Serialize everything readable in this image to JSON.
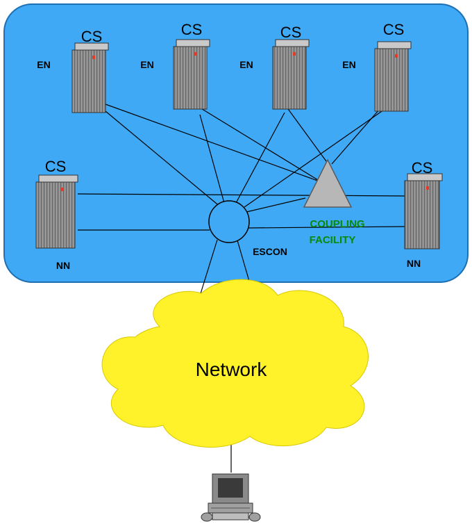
{
  "sysplex": {
    "background_color": "#3fa9f5",
    "top_systems": [
      {
        "cs_label": "CS",
        "node_label": "EN"
      },
      {
        "cs_label": "CS",
        "node_label": "EN"
      },
      {
        "cs_label": "CS",
        "node_label": "EN"
      },
      {
        "cs_label": "CS",
        "node_label": "EN"
      }
    ],
    "left_system": {
      "cs_label": "CS",
      "node_label": "NN"
    },
    "right_system": {
      "cs_label": "CS",
      "node_label": "NN"
    },
    "escon_label": "ESCON",
    "coupling_facility": {
      "line1": "COUPLING",
      "line2": "FACILITY",
      "color": "#0a8a0a"
    }
  },
  "network": {
    "label": "Network",
    "cloud_color": "#fff22a"
  },
  "terminal": {
    "icon": "workstation-icon"
  }
}
